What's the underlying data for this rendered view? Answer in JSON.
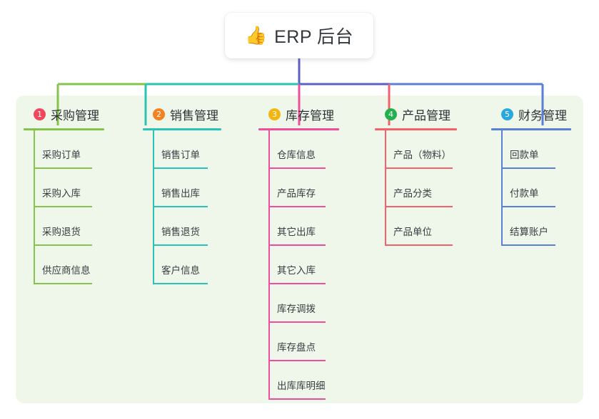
{
  "root": {
    "emoji": "👍",
    "emoji_name": "thumbs-up-icon",
    "title": "ERP 后台"
  },
  "panel": {
    "background": "#eef7ea"
  },
  "columns": [
    {
      "number": "1",
      "title": "采购管理",
      "badge_color": "#f0475c",
      "line_color": "#85c44a",
      "items": [
        "采购订单",
        "采购入库",
        "采购退货",
        "供应商信息"
      ]
    },
    {
      "number": "2",
      "title": "销售管理",
      "badge_color": "#f58220",
      "line_color": "#2bc4b4",
      "items": [
        "销售订单",
        "销售出库",
        "销售退货",
        "客户信息"
      ]
    },
    {
      "number": "3",
      "title": "库存管理",
      "badge_color": "#f5b511",
      "line_color": "#ee4e9b",
      "items": [
        "仓库信息",
        "产品库存",
        "其它出库",
        "其它入库",
        "库存调拨",
        "库存盘点",
        "出库库明细"
      ]
    },
    {
      "number": "4",
      "title": "产品管理",
      "badge_color": "#23b14d",
      "line_color": "#f4606c",
      "items": [
        "产品（物料）",
        "产品分类",
        "产品单位"
      ]
    },
    {
      "number": "5",
      "title": "财务管理",
      "badge_color": "#29a8e0",
      "line_color": "#5b7fd4",
      "items": [
        "回款单",
        "付款单",
        "结算账户"
      ]
    }
  ],
  "connector": {
    "trunk_color": "#5b5fc7",
    "bus_segments": [
      {
        "color": "#85c44a"
      },
      {
        "color": "#2bc4b4"
      },
      {
        "color": "#5b5fc7"
      },
      {
        "color": "#5b7fd4"
      }
    ]
  }
}
